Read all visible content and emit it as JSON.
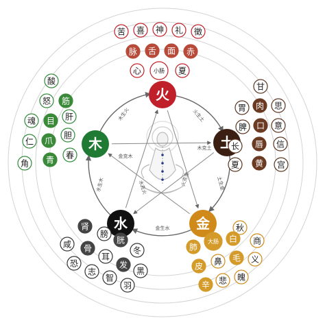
{
  "colors": {
    "wood": "#1f7a33",
    "fire": "#c0202a",
    "earth": "#3a1f12",
    "metal": "#d08a1a",
    "water": "#111111",
    "ring": "#cfcfcf",
    "arrow": "#666666",
    "text": "#222222"
  },
  "elements": {
    "wood": "木",
    "fire": "火",
    "earth": "土",
    "metal": "金",
    "water": "水"
  },
  "generating_labels": {
    "wood_to_fire": "木生火",
    "fire_to_earth": "火生土",
    "earth_to_metal": "土生金",
    "metal_to_water": "金生水",
    "water_to_wood": "水生木"
  },
  "controlling_labels": {
    "wood_earth": "木克土",
    "metal_wood": "金克木",
    "water_fire": "水克火",
    "fire_metal": "火克金"
  },
  "groups": {
    "fire": {
      "row1": [
        "苦",
        "喜",
        "神",
        "礼",
        "徵"
      ],
      "row2": [
        "脉",
        "舌",
        "面",
        "赤"
      ],
      "row3": [
        "心",
        "小肠",
        "夏"
      ]
    },
    "earth": {
      "cells": [
        "甘",
        "胃",
        "肉",
        "思",
        "脾",
        "口",
        "意",
        "长",
        "唇",
        "信",
        "夏",
        "黄",
        "宫"
      ]
    },
    "wood": {
      "cells": [
        "酸",
        "怒",
        "筋",
        "魂",
        "目",
        "肝",
        "爪",
        "胆",
        "仁",
        "青",
        "春",
        "角"
      ]
    },
    "water": {
      "cells": [
        "肾",
        "膀",
        "胱",
        "冬",
        "咸",
        "骨",
        "耳",
        "发",
        "黑",
        "恐",
        "志",
        "智",
        "羽"
      ]
    },
    "metal": {
      "cells": [
        "秋",
        "肺",
        "大肠",
        "白",
        "商",
        "皮",
        "鼻",
        "毛",
        "义",
        "辛",
        "悲",
        "魄"
      ]
    }
  }
}
